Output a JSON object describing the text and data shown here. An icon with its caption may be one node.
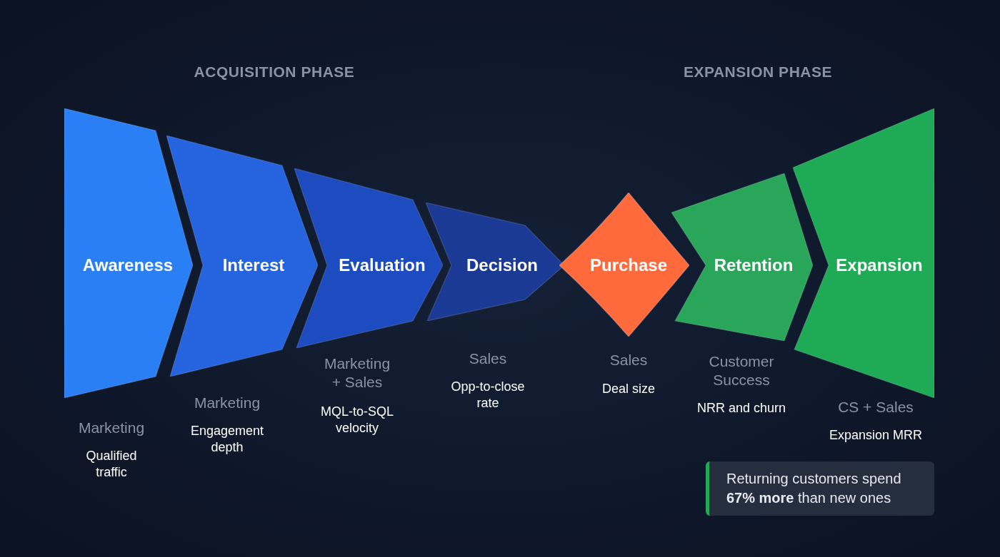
{
  "diagram": {
    "nodes": [
      {
        "text": [
          "Awareness"
        ]
      },
      {
        "text": [
          "Interest"
        ]
      },
      {
        "text": [
          "Evaluation"
        ]
      },
      {
        "text": [
          "Decision"
        ]
      },
      {
        "text": [
          "Purchase"
        ]
      },
      {
        "text": [
          "Retention"
        ]
      },
      {
        "text": [
          "Expansion"
        ]
      },
      {
        "text": [
          "Returning customers spend **67% more** than new ones"
        ]
      }
    ],
    "edges": [],
    "labels": [
      "ACQUISITION PHASE",
      "EXPANSION PHASE",
      "Marketing",
      "Qualified traffic",
      "Marketing",
      "Engagement depth",
      "Marketing + Sales",
      "MQL-to-SQL velocity",
      "Sales",
      "Opp-to-close rate",
      "Sales",
      "Deal size",
      "Customer Success",
      "NRR and churn",
      "CS + Sales",
      "Expansion MRR"
    ]
  }
}
